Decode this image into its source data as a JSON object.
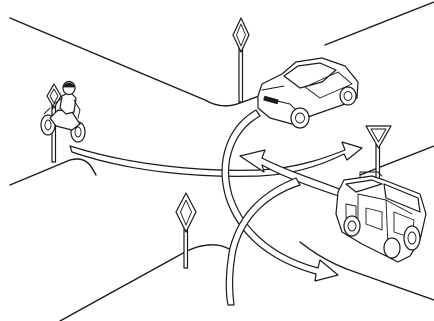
{
  "scene": {
    "kind": "traffic-intersection-illustration",
    "colors": {
      "ink": "#1a1a1a",
      "paper": "#ffffff"
    },
    "signs": [
      {
        "type": "priority-road-diamond",
        "location": "top-center"
      },
      {
        "type": "priority-road-diamond",
        "location": "bottom-center"
      },
      {
        "type": "priority-road-diamond",
        "location": "left-behind-motorcycle"
      },
      {
        "type": "yield-triangle",
        "location": "right-above-jeep"
      }
    ],
    "vehicles": [
      {
        "type": "car",
        "location": "top-right"
      },
      {
        "type": "motorcycle",
        "location": "left"
      },
      {
        "type": "off-road-vehicle",
        "location": "bottom-right"
      }
    ],
    "paths": [
      {
        "from": "motorcycle",
        "direction": "through-to-right"
      },
      {
        "from": "car",
        "direction": "turn-to-bottom-right"
      },
      {
        "from": "jeep",
        "direction": "left-turn"
      }
    ]
  }
}
